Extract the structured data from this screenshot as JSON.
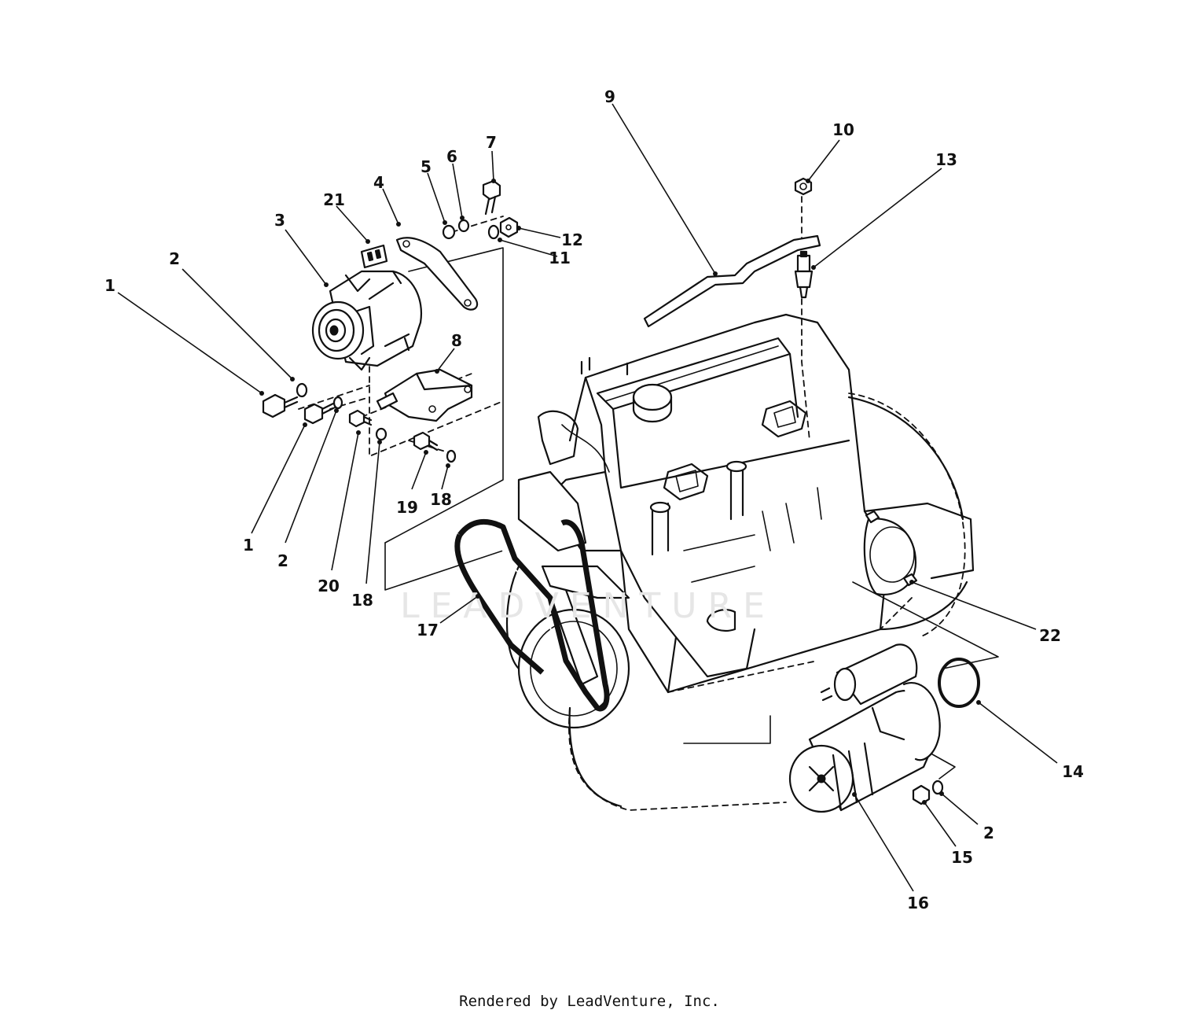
{
  "watermark": {
    "text": "LEADVENTURE"
  },
  "footer": {
    "text": "Rendered by LeadVenture, Inc."
  },
  "labels": {
    "p1a": "1",
    "p2a": "2",
    "p3": "3",
    "p4": "4",
    "p5": "5",
    "p6": "6",
    "p7": "7",
    "p8": "8",
    "p9": "9",
    "p10": "10",
    "p11": "11",
    "p12": "12",
    "p13": "13",
    "p14": "14",
    "p15": "15",
    "p16": "16",
    "p17": "17",
    "p18a": "18",
    "p18b": "18",
    "p19": "19",
    "p20": "20",
    "p21": "21",
    "p22": "22",
    "p1b": "1",
    "p2b": "2",
    "p2c": "2"
  }
}
